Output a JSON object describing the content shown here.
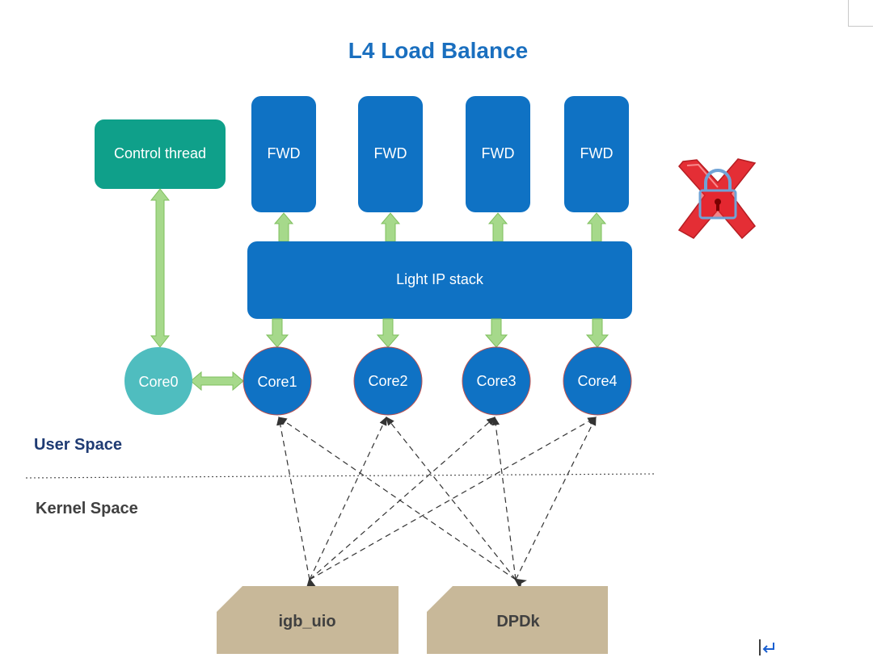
{
  "title": "L4 Load Balance",
  "control_thread": {
    "label": "Control thread"
  },
  "fwd_boxes": [
    {
      "label": "FWD"
    },
    {
      "label": "FWD"
    },
    {
      "label": "FWD"
    },
    {
      "label": "FWD"
    }
  ],
  "ip_stack": {
    "label": "Light IP stack"
  },
  "cores": [
    {
      "label": "Core0"
    },
    {
      "label": "Core1"
    },
    {
      "label": "Core2"
    },
    {
      "label": "Core3"
    },
    {
      "label": "Core4"
    }
  ],
  "spaces": {
    "user": "User Space",
    "kernel": "Kernel Space"
  },
  "drivers": [
    {
      "label": "igb_uio"
    },
    {
      "label": "DPDk"
    }
  ],
  "icons": {
    "no_lock": "lock-crossed-icon",
    "paragraph_mark": "return-arrow-icon"
  },
  "colors": {
    "title": "#1a6fbf",
    "blue_box": "#0f72c4",
    "teal_box": "#0fa08a",
    "teal_core": "#4fbdbf",
    "green_arrow": "#a6d98b",
    "driver_box": "#c8b899",
    "cross": "#e3232b"
  }
}
